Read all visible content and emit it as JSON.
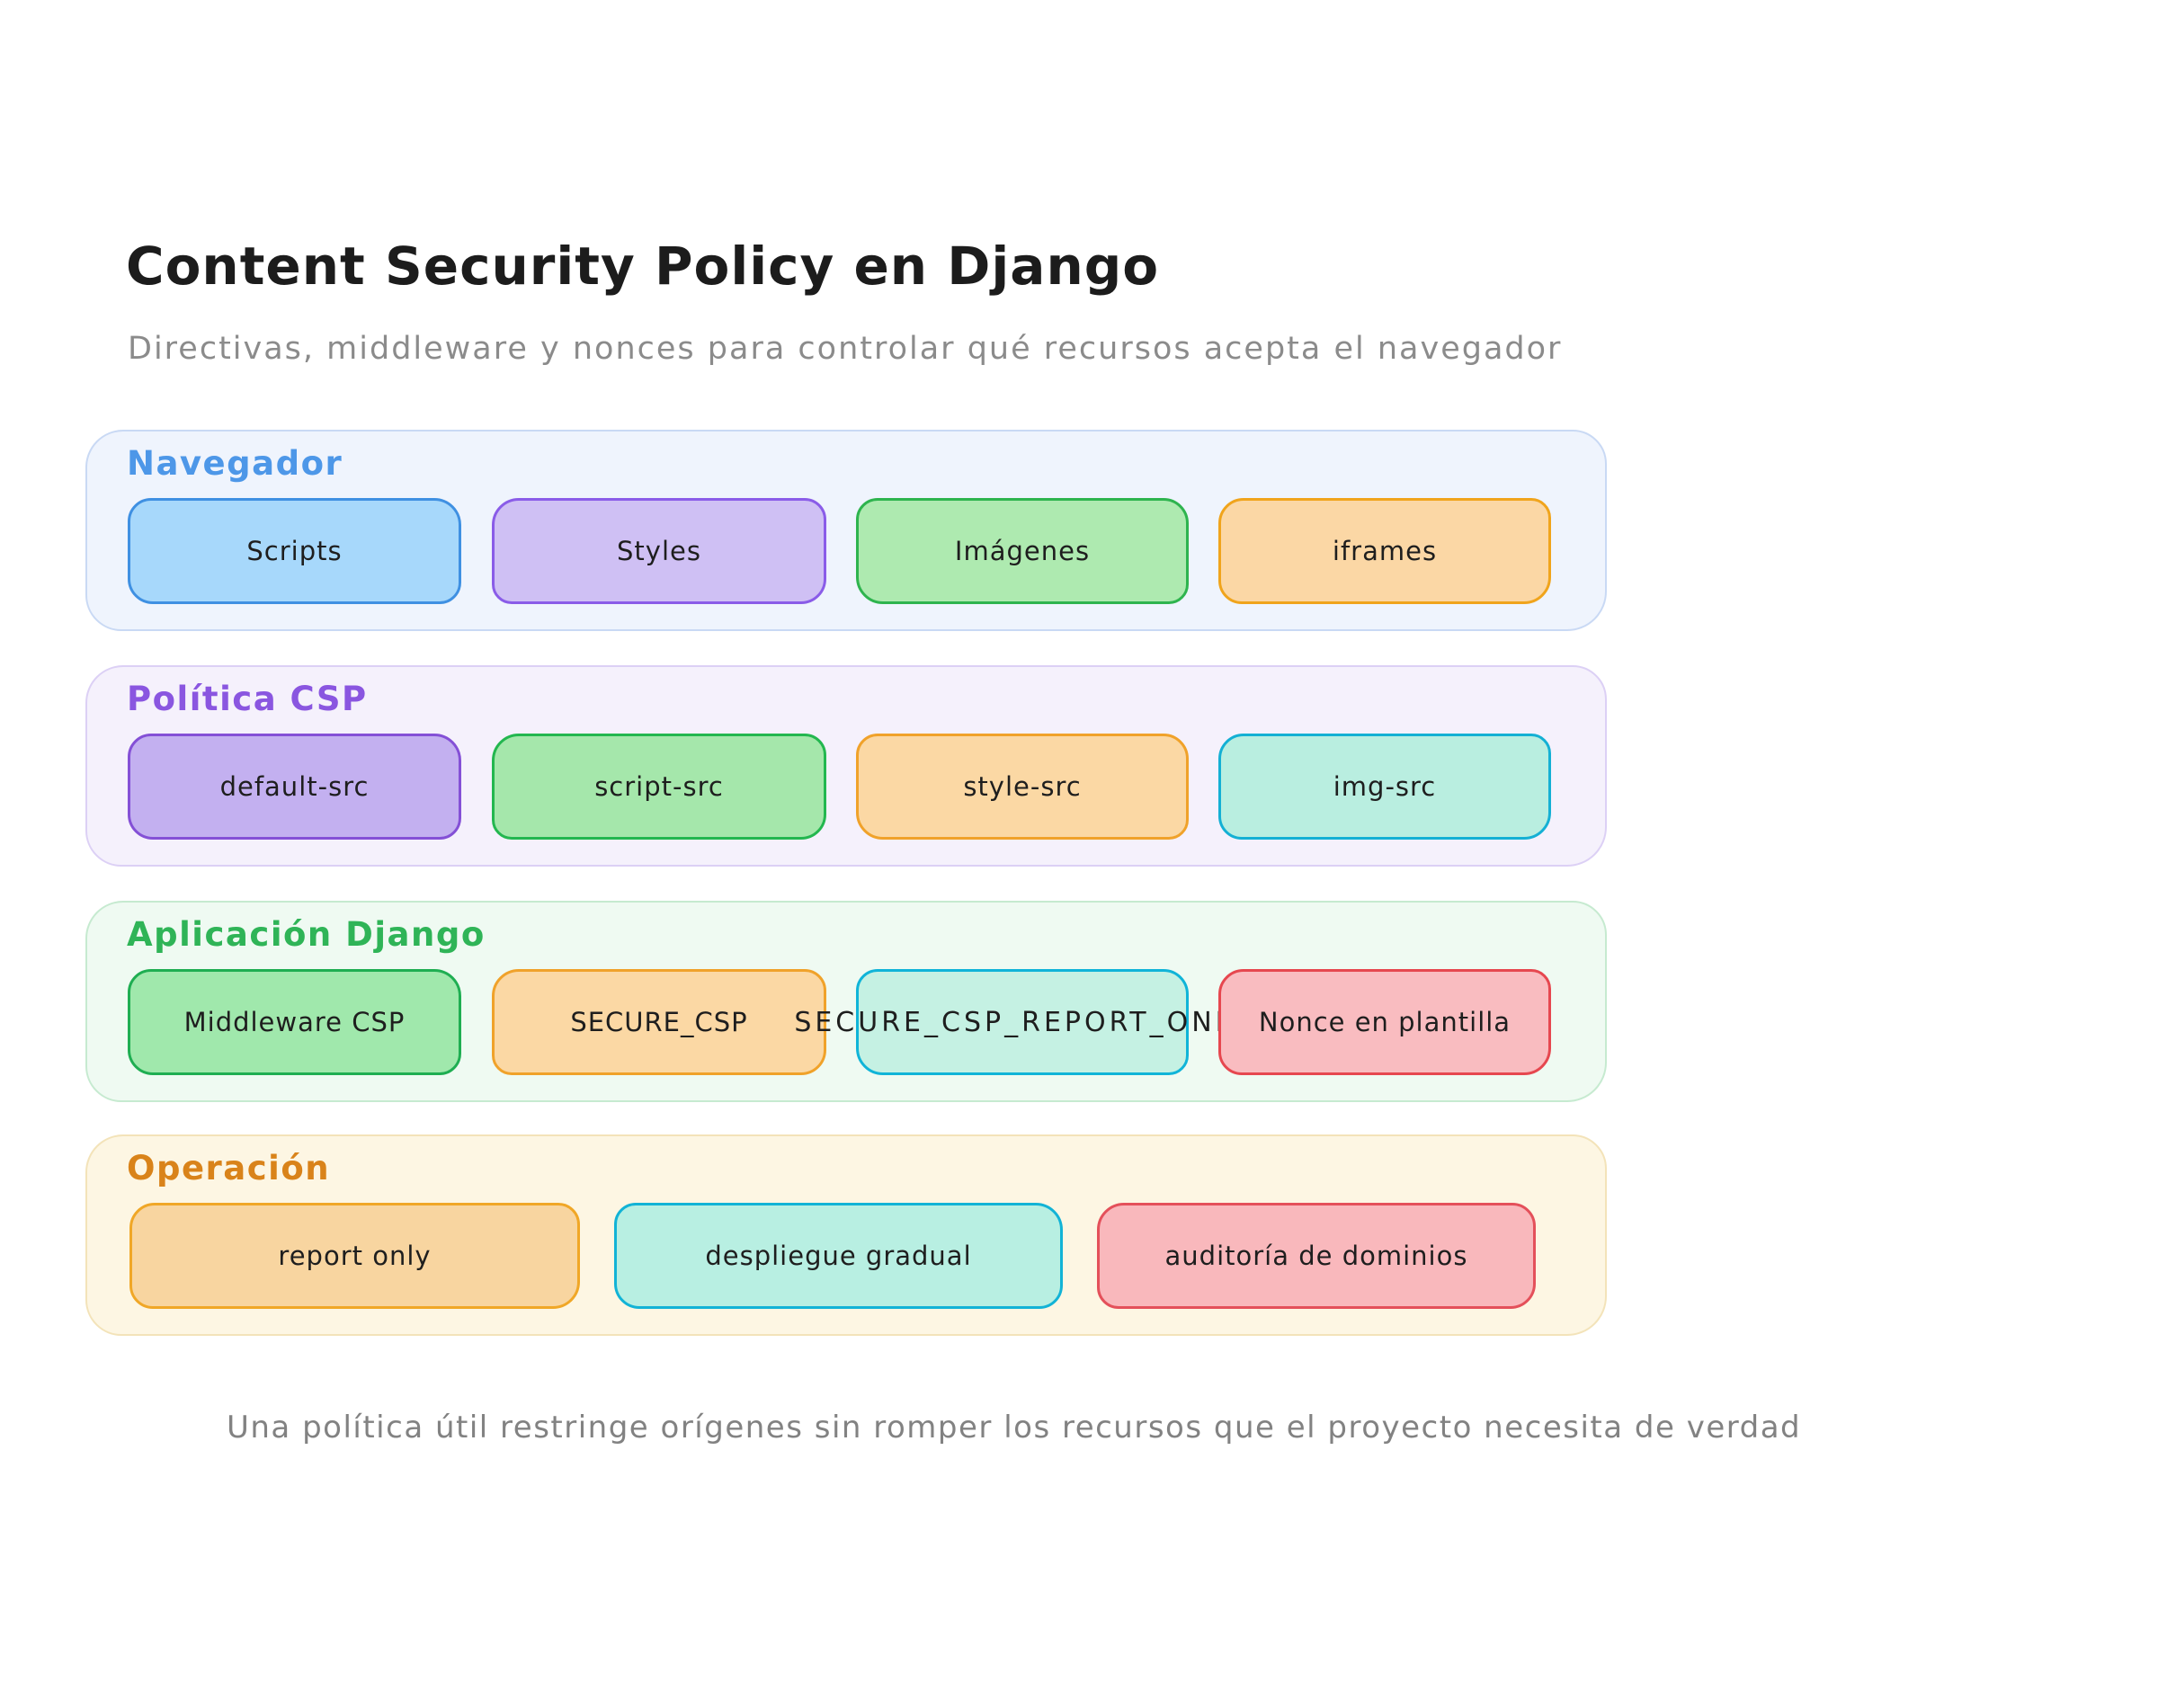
{
  "title": "Content Security Policy en Django",
  "subtitle": "Directivas, middleware y nonces para controlar qué recursos acepta el navegador",
  "footer_note": "Una política útil restringe orígenes sin romper los recursos que el proyecto necesita de verdad",
  "colors": {
    "canvas_bg": "#ffffff",
    "title_text": "#1c1c1c",
    "subtitle_text": "#8b8b8b",
    "footer_text": "#828282",
    "node_text": "#1e1e1e"
  },
  "sections": [
    {
      "label": "Navegador",
      "theme": {
        "bg": "#eff4fd",
        "border": "#c9d9f4",
        "label_color": "#4d97e8"
      },
      "boxes": [
        {
          "label": "Scripts",
          "fill": "#a7d8fb",
          "stroke": "#3f90e2"
        },
        {
          "label": "Styles",
          "fill": "#cfc0f4",
          "stroke": "#8a5ce8"
        },
        {
          "label": "Imágenes",
          "fill": "#aeeab0",
          "stroke": "#2eb44e"
        },
        {
          "label": "iframes",
          "fill": "#fbd7a5",
          "stroke": "#f0a41c"
        }
      ]
    },
    {
      "label": "Política CSP",
      "theme": {
        "bg": "#f5f1fc",
        "border": "#dcd0f5",
        "label_color": "#8a56e0"
      },
      "boxes": [
        {
          "label": "default-src",
          "fill": "#c3b0f0",
          "stroke": "#8450d6"
        },
        {
          "label": "script-src",
          "fill": "#a5e7ab",
          "stroke": "#23b74f"
        },
        {
          "label": "style-src",
          "fill": "#fbd8a4",
          "stroke": "#f0a22a"
        },
        {
          "label": "img-src",
          "fill": "#b9eee0",
          "stroke": "#14b0d4"
        }
      ]
    },
    {
      "label": "Aplicación Django",
      "theme": {
        "bg": "#effaf2",
        "border": "#c6ead0",
        "label_color": "#2fb457"
      },
      "boxes": [
        {
          "label": "Middleware CSP",
          "fill": "#a0e8ac",
          "stroke": "#1fae52"
        },
        {
          "label": "SECURE_CSP",
          "fill": "#fbd8a4",
          "stroke": "#f0a22a"
        },
        {
          "label": "SECURE_CSP_REPORT_ONLY",
          "fill": "#c5f1e3",
          "stroke": "#10b4d8"
        },
        {
          "label": "Nonce en plantilla",
          "fill": "#f9bcc0",
          "stroke": "#e6474f"
        }
      ]
    },
    {
      "label": "Operación",
      "theme": {
        "bg": "#fdf6e3",
        "border": "#f3e3b9",
        "label_color": "#d9831a"
      },
      "boxes": [
        {
          "label": "report only",
          "fill": "#f8d5a0",
          "stroke": "#f0a727"
        },
        {
          "label": "despliegue gradual",
          "fill": "#b8efe2",
          "stroke": "#12b3d6"
        },
        {
          "label": "auditoría de dominios",
          "fill": "#f9b8bc",
          "stroke": "#e4505a"
        }
      ]
    }
  ]
}
